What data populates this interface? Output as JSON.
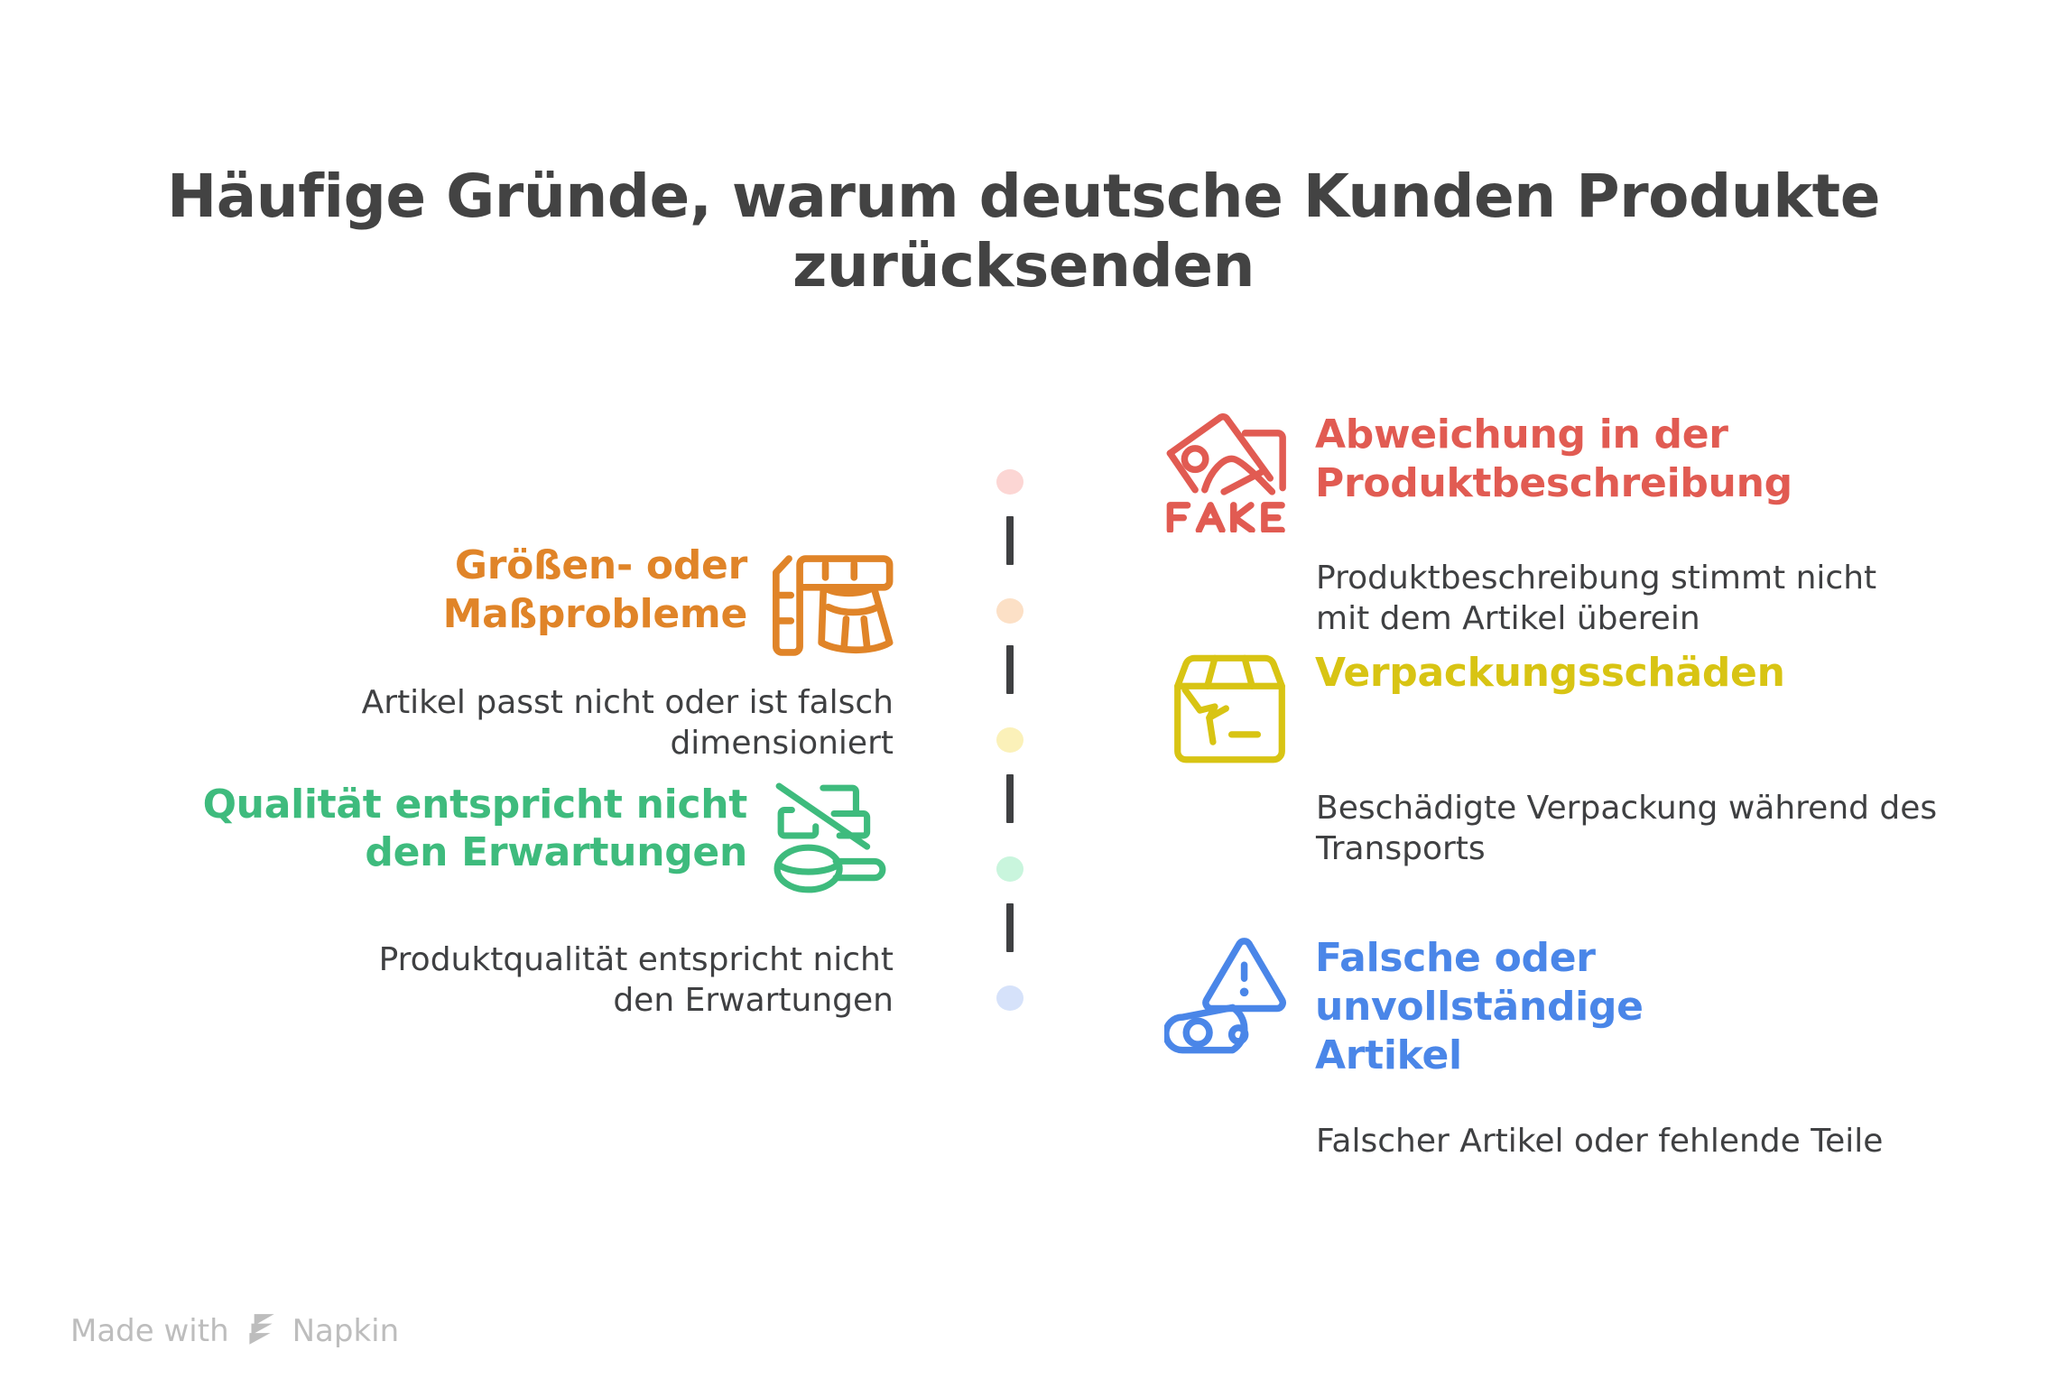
{
  "title": "Häufige Gründe, warum deutsche Kunden Produkte zurücksenden",
  "colors": {
    "title_text": "#434343",
    "body_text": "#3f4042",
    "orange": "#E08428",
    "green": "#3EBB7D",
    "red": "#E15B52",
    "yellow": "#D8C413",
    "blue": "#4A86E8",
    "dash": "#3f4042",
    "footer_text": "#bdbdbd",
    "background": "#ffffff"
  },
  "timeline": {
    "dots": [
      {
        "name": "dot-pink",
        "color": "#FCD6D4"
      },
      {
        "name": "dot-peach",
        "color": "#FCE0C6"
      },
      {
        "name": "dot-yellow",
        "color": "#FBF1B9"
      },
      {
        "name": "dot-mint",
        "color": "#C9F5DD"
      },
      {
        "name": "dot-blue",
        "color": "#D6E2FA"
      }
    ],
    "dash_count": 4
  },
  "left_column": [
    {
      "id": "size",
      "icon": "ruler-skirt-icon",
      "color": "#E08428",
      "heading": "Größen- oder Maßprobleme",
      "description": "Artikel passt nicht oder ist falsch dimensioniert"
    },
    {
      "id": "quality",
      "icon": "broken-quality-spoon-icon",
      "color": "#3EBB7D",
      "heading": "Qualität entspricht nicht den Erwartungen",
      "description": "Produktqualität entspricht nicht den Erwartungen"
    }
  ],
  "right_column": [
    {
      "id": "description",
      "icon": "fake-photo-icon",
      "icon_label": "FAKE",
      "color": "#E15B52",
      "heading": "Abweichung in der Produktbeschreibung",
      "description": "Produktbeschreibung stimmt nicht mit dem Artikel überein"
    },
    {
      "id": "packaging",
      "icon": "damaged-box-icon",
      "color": "#D8C413",
      "heading": "Verpackungsschäden",
      "description": "Beschädigte Verpackung während des Transports"
    },
    {
      "id": "wrong-item",
      "icon": "warning-part-icon",
      "color": "#4A86E8",
      "heading": "Falsche oder unvollständige Artikel",
      "description": "Falscher Artikel oder fehlende Teile"
    }
  ],
  "footer": {
    "made_with": "Made with",
    "brand": "Napkin",
    "logo": "napkin-logo-icon"
  }
}
